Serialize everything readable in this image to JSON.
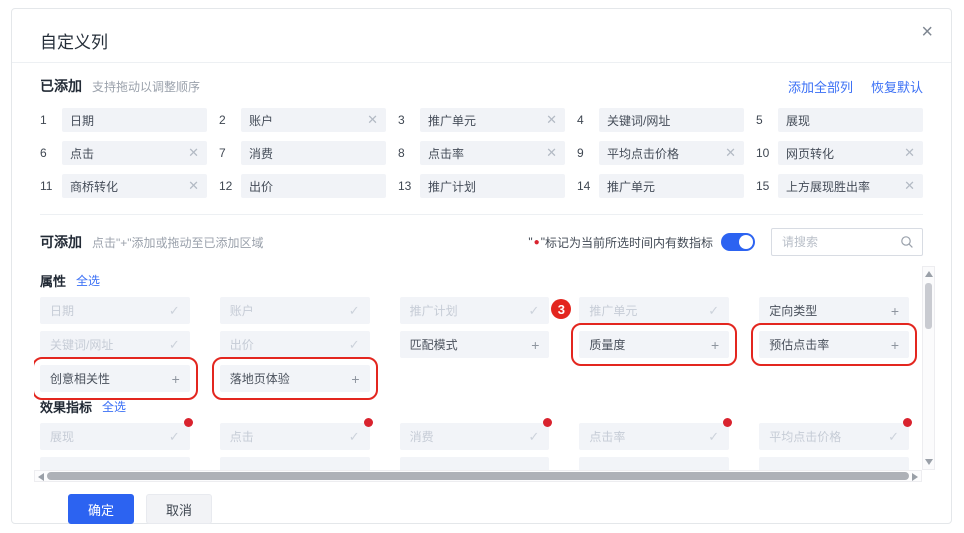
{
  "colors": {
    "accent": "#2c63f1",
    "link": "#3a6ff5",
    "annotation_red": "#e3261f",
    "data_dot_red": "#d9232e"
  },
  "icons": {
    "close": "×",
    "remove": "✕",
    "check": "✓",
    "plus": "+",
    "search": "magnifier"
  },
  "dialog": {
    "title": "自定义列"
  },
  "added_section": {
    "label": "已添加",
    "hint": "支持拖动以调整顺序",
    "add_all_label": "添加全部列",
    "restore_default_label": "恢复默认",
    "items": [
      {
        "index": 1,
        "label": "日期",
        "removable": false
      },
      {
        "index": 2,
        "label": "账户",
        "removable": true
      },
      {
        "index": 3,
        "label": "推广单元",
        "removable": true
      },
      {
        "index": 4,
        "label": "关键词/网址",
        "removable": false
      },
      {
        "index": 5,
        "label": "展现",
        "removable": false
      },
      {
        "index": 6,
        "label": "点击",
        "removable": true
      },
      {
        "index": 7,
        "label": "消费",
        "removable": false
      },
      {
        "index": 8,
        "label": "点击率",
        "removable": true
      },
      {
        "index": 9,
        "label": "平均点击价格",
        "removable": true
      },
      {
        "index": 10,
        "label": "网页转化",
        "removable": true
      },
      {
        "index": 11,
        "label": "商桥转化",
        "removable": true
      },
      {
        "index": 12,
        "label": "出价",
        "removable": false
      },
      {
        "index": 13,
        "label": "推广计划",
        "removable": false
      },
      {
        "index": 14,
        "label": "推广单元",
        "removable": false
      },
      {
        "index": 15,
        "label": "上方展现胜出率",
        "removable": true
      }
    ]
  },
  "available_section": {
    "label": "可添加",
    "hint": "点击\"+\"添加或拖动至已添加区域",
    "marker": {
      "open_quote": "\"",
      "dot": "●",
      "close_quote": "\"",
      "text": "标记为当前所选时间内有数指标"
    },
    "toggle_on": true,
    "search_placeholder": "请搜索",
    "groups": [
      {
        "name": "属性",
        "select_all_label": "全选",
        "rows": [
          [
            {
              "label": "日期",
              "state": "added"
            },
            {
              "label": "账户",
              "state": "added"
            },
            {
              "label": "推广计划",
              "state": "added"
            },
            {
              "label": "推广单元",
              "state": "added",
              "badge": "3"
            },
            {
              "label": "定向类型",
              "state": "addable"
            }
          ],
          [
            {
              "label": "关键词/网址",
              "state": "added"
            },
            {
              "label": "出价",
              "state": "added"
            },
            {
              "label": "匹配模式",
              "state": "addable"
            },
            {
              "label": "质量度",
              "state": "addable",
              "annotated": true
            },
            {
              "label": "预估点击率",
              "state": "addable",
              "annotated": true
            }
          ],
          [
            {
              "label": "创意相关性",
              "state": "addable",
              "annotated": true
            },
            {
              "label": "落地页体验",
              "state": "addable",
              "annotated": true
            }
          ]
        ]
      },
      {
        "name": "效果指标",
        "select_all_label": "全选",
        "rows": [
          [
            {
              "label": "展现",
              "state": "added",
              "has_data_dot": true
            },
            {
              "label": "点击",
              "state": "added",
              "has_data_dot": true
            },
            {
              "label": "消费",
              "state": "added",
              "has_data_dot": true
            },
            {
              "label": "点击率",
              "state": "added",
              "has_data_dot": true
            },
            {
              "label": "平均点击价格",
              "state": "added",
              "has_data_dot": true
            }
          ],
          [
            {
              "label": "",
              "state": "clipped"
            },
            {
              "label": "",
              "state": "clipped"
            },
            {
              "label": "",
              "state": "clipped"
            },
            {
              "label": "",
              "state": "clipped"
            },
            {
              "label": "",
              "state": "clipped"
            }
          ]
        ]
      }
    ]
  },
  "footer": {
    "confirm_label": "确定",
    "cancel_label": "取消"
  }
}
